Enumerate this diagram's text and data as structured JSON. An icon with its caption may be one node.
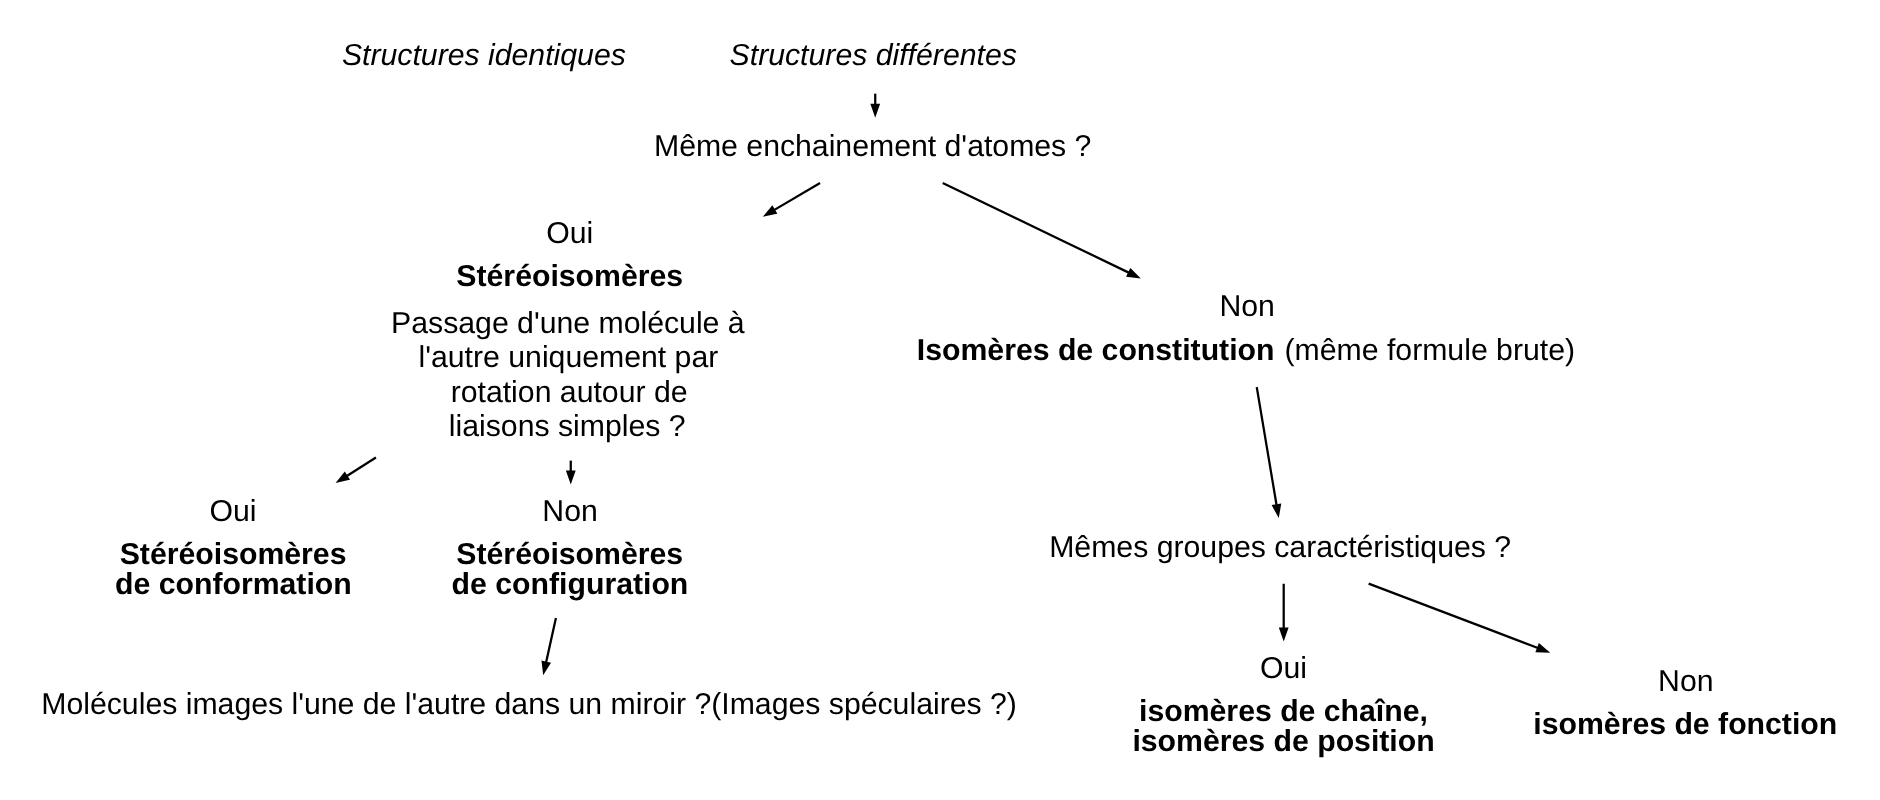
{
  "diagram": {
    "nodes": [
      {
        "text": [
          "Structures identiques"
        ]
      },
      {
        "text": [
          "Structures différentes"
        ]
      },
      {
        "text": [
          "Même enchainement d'atomes ?"
        ]
      },
      {
        "text": [
          "Oui",
          "Stéréoisomères",
          "Passage d'une molécule à l'autre uniquement par rotation autour de liaisons simples ?"
        ]
      },
      {
        "text": [
          "Non",
          "**Isomères de constitution** (même formule brute)"
        ]
      },
      {
        "text": [
          "Mêmes groupes caractéristiques ?"
        ]
      },
      {
        "text": [
          "Oui",
          "isomères de chaîne, isomères de position"
        ]
      },
      {
        "text": [
          "Non",
          "isomères de fonction"
        ]
      },
      {
        "text": [
          "Oui",
          "Stéréoisomères de conformation"
        ]
      },
      {
        "text": [
          "Non",
          "Stéréoisomères de configuration"
        ]
      },
      {
        "text": [
          "Molécules images l'une de l'autre dans un miroir ?(Images spéculaires ?)"
        ]
      }
    ],
    "edges": [
      {
        "from": 1,
        "to": 2,
        "arrow": "to"
      },
      {
        "from": 2,
        "to": 3,
        "arrow": "to"
      },
      {
        "from": 2,
        "to": 4,
        "arrow": "to"
      },
      {
        "from": 4,
        "to": 5,
        "arrow": "to"
      },
      {
        "from": 5,
        "to": 6,
        "arrow": "to"
      },
      {
        "from": 5,
        "to": 7,
        "arrow": "to"
      },
      {
        "from": 3,
        "to": 8,
        "arrow": "to"
      },
      {
        "from": 3,
        "to": 9,
        "arrow": "to"
      },
      {
        "from": 9,
        "to": 10,
        "arrow": "to"
      }
    ]
  }
}
